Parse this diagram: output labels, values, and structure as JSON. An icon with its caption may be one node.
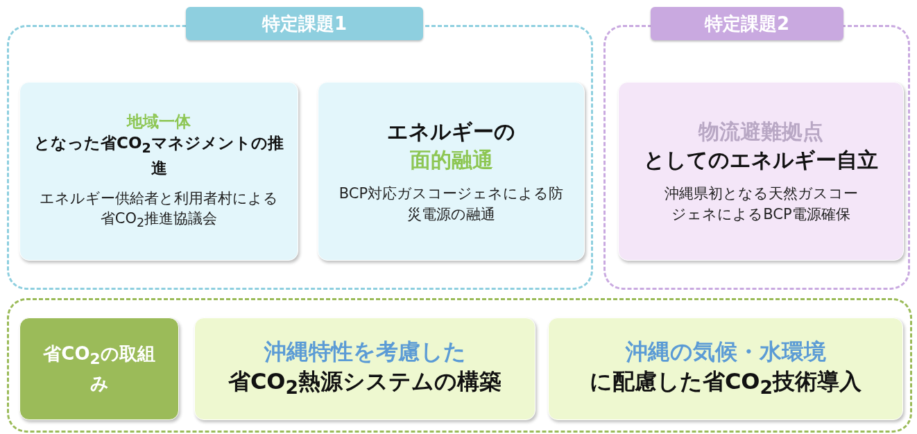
{
  "diagram": {
    "nodes": [
      {
        "text": [
          "特定課題1"
        ]
      },
      {
        "text": [
          "地域一体",
          "となった省CO$_{2}$マネジメントの推進",
          "エネルギー供給者と利用者村による省CO$_{2}$推進協議会"
        ],
        "in": 0
      },
      {
        "text": [
          "エネルギーの",
          "面的融通",
          "BCP対応ガスコージェネによる防災電源の融通"
        ],
        "in": 0
      },
      {
        "text": [
          "特定課題2"
        ]
      },
      {
        "text": [
          "物流避難拠点",
          "としてのエネルギー自立",
          "沖縄県初となる天然ガスコージェネによるBCP電源確保"
        ],
        "in": 3
      },
      {
        "text": [],
        "shape": "box"
      },
      {
        "text": [
          "省CO$_{2}$の取組み"
        ],
        "in": 5
      },
      {
        "text": [
          "沖縄特性を考慮した",
          "省CO$_{2}$熱源システムの構築"
        ],
        "in": 5
      },
      {
        "text": [
          "沖縄の気候・水環境",
          "に配慮した省CO$_{2}$技術導入"
        ],
        "in": 5
      }
    ]
  }
}
